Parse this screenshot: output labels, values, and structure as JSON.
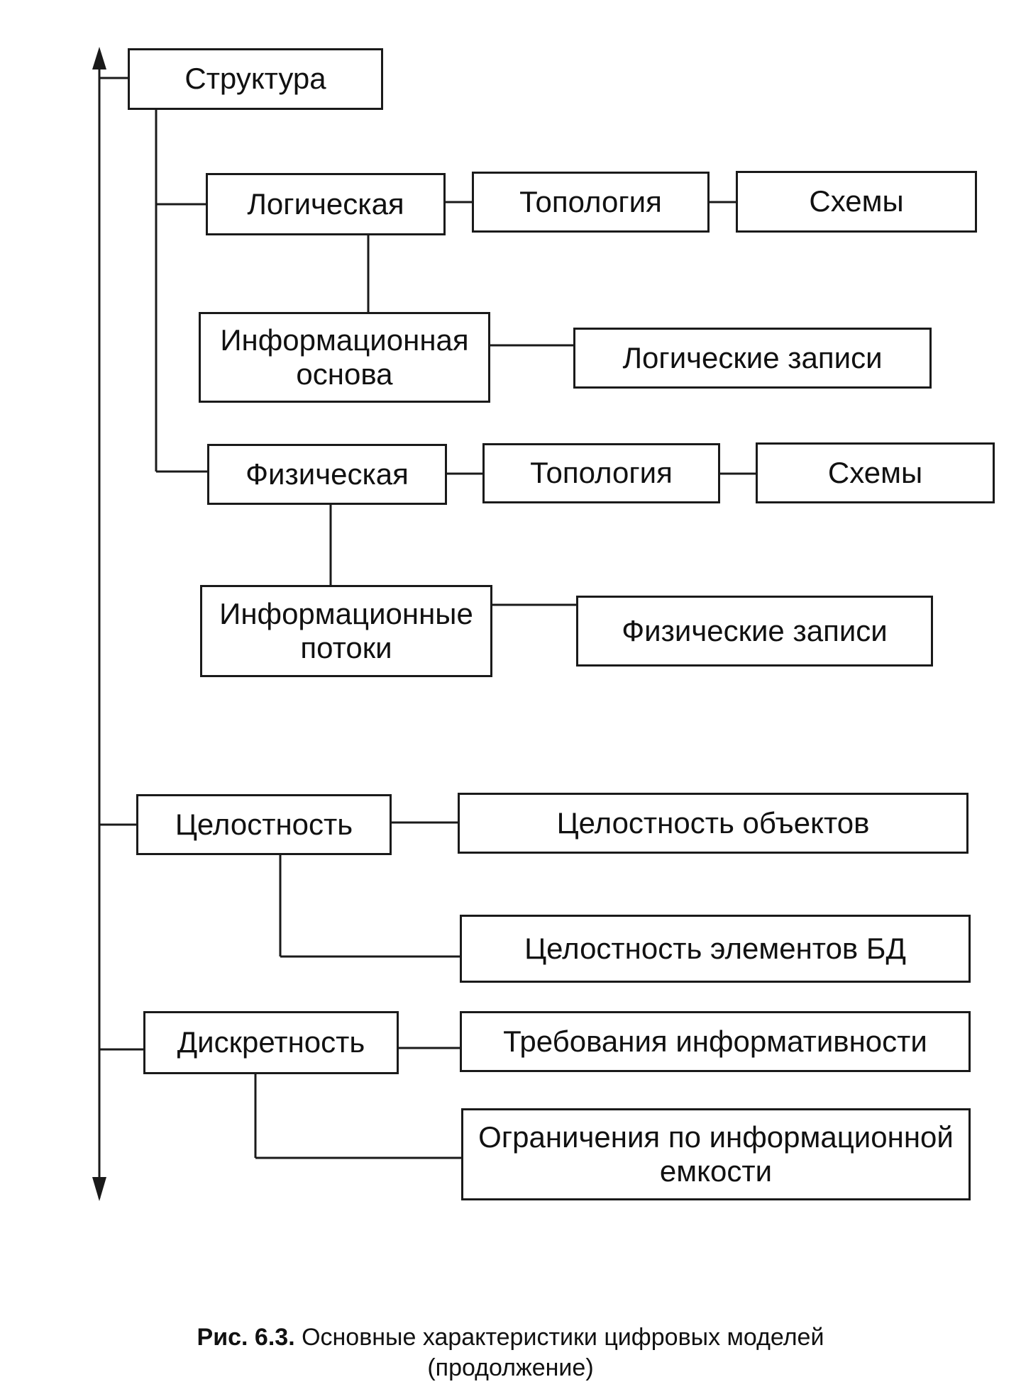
{
  "nodes": {
    "struktura": "Структура",
    "logicheskaya": "Логическая",
    "topologiya_1": "Топология",
    "skhemy_1": "Схемы",
    "info_osnova": "Информационная\nоснова",
    "logicheskie_zapisi": "Логические записи",
    "fizicheskaya": "Физическая",
    "topologiya_2": "Топология",
    "skhemy_2": "Схемы",
    "info_potoki": "Информационные\nпотоки",
    "fizicheskie_zapisi": "Физические записи",
    "tselostnost": "Целостность",
    "tselostnost_obektov": "Целостность объектов",
    "tselostnost_elementov": "Целостность элементов  БД",
    "diskretnost": "Дискретность",
    "trebovaniya": "Требования информативности",
    "ogranicheniya": "Ограничения по информационной\nемкости"
  },
  "caption": {
    "label": "Рис. 6.3.",
    "text": " Основные характеристики цифровых моделей",
    "line2": "(продолжение)"
  },
  "colors": {
    "stroke": "#1a1a1a",
    "background": "#ffffff"
  }
}
